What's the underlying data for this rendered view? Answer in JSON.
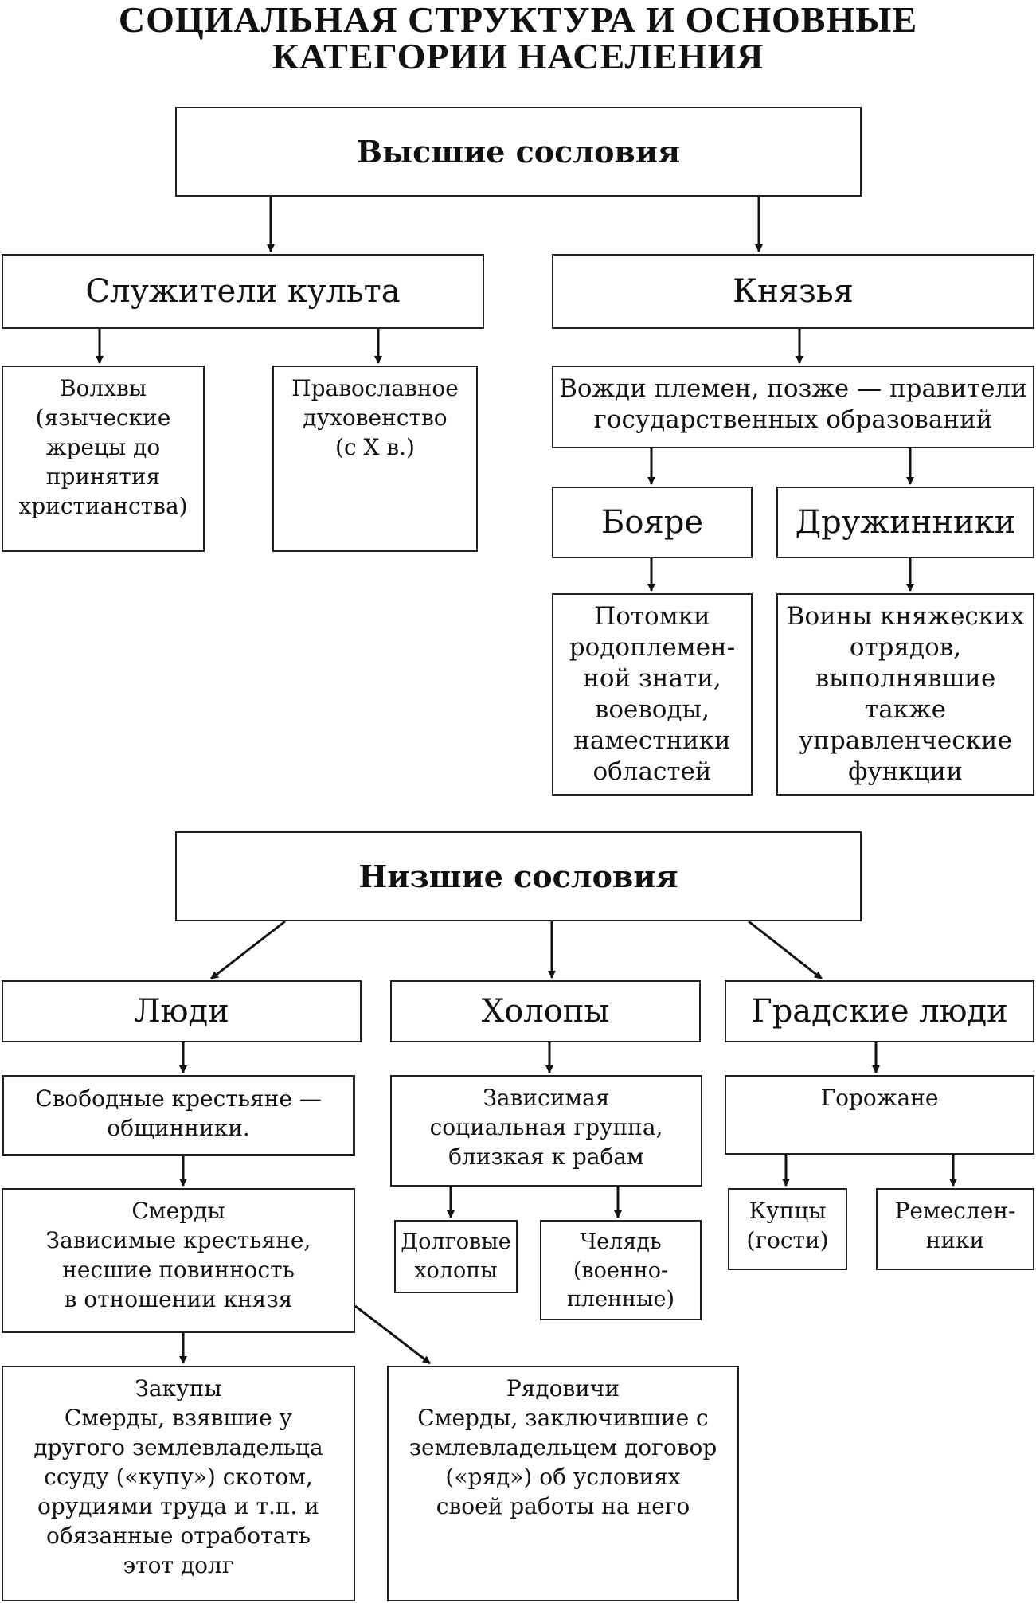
{
  "title": {
    "line1": "СОЦИАЛЬНАЯ СТРУКТУРА И ОСНОВНЫЕ",
    "line2": "КАТЕГОРИИ НАСЕЛЕНИЯ"
  },
  "upper": {
    "heading": "Высшие сословия",
    "cult": {
      "label": "Служители культа",
      "volkhvy": "Волхвы\n(языческие\nжрецы до\nпринятия\nхристианства)",
      "clergy": "Православное\nдуховенство\n(с X в.)"
    },
    "princes": {
      "label": "Князья",
      "desc": "Вожди племен, позже — правители\nгосударственных образований",
      "boyars": "Бояре",
      "boyars_desc": "Потомки\nродоплемен-\nной знати,\nвоеводы,\nнаместники\nобластей",
      "druzhinniki": "Дружинники",
      "druzhinniki_desc": "Воины княжеских\nотрядов,\nвыполнявшие\nтакже\nуправленческие\nфункции"
    }
  },
  "lower": {
    "heading": "Низшие сословия",
    "people": {
      "label": "Люди",
      "free": "Свободные крестьяне —\nобщинники.",
      "smerdy": "Смерды\nЗависимые крестьяне,\nнесшие повинность\nв отношении князя",
      "zakupy": "Закупы\nСмерды, взявшие у\nдругого землевладельца\nссуду («купу») скотом,\nорудиями труда и т.п. и\nобязанные отработать\nэтот долг",
      "ryadovichi": "Рядовичи\nСмерды, заключившие с\nземлевладельцем договор\n(«ряд») об условиях\nсвоей работы на него"
    },
    "kholopy": {
      "label": "Холопы",
      "desc": "Зависимая\nсоциальная группа,\nблизкая к рабам",
      "debt": "Долговые\nхолопы",
      "chelyad": "Челядь\n(военно-\nпленные)"
    },
    "town": {
      "label": "Градские люди",
      "citizens": "Горожане",
      "merchants": "Купцы\n(гости)",
      "artisans": "Ремеслен-\nники"
    }
  }
}
